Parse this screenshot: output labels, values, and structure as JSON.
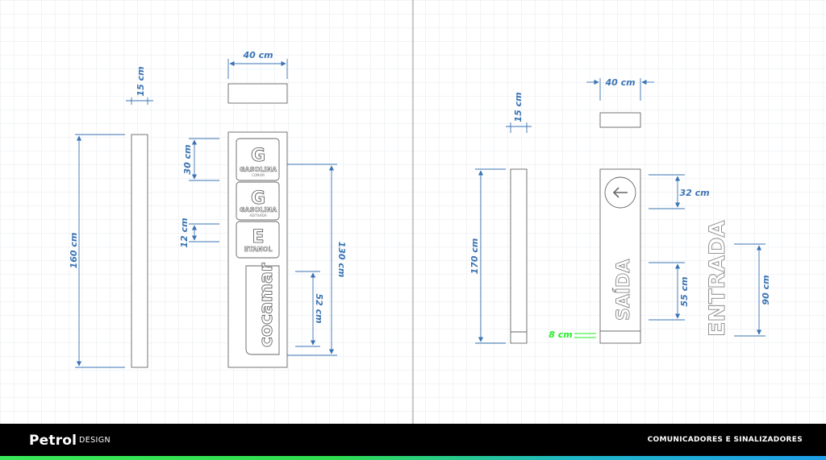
{
  "footer": {
    "logo_main": "Petrol",
    "logo_sub": "DESIGN",
    "right_title": "COMUNICADORES E SINALIZADORES"
  },
  "left": {
    "dim_top_width": "40 cm",
    "dim_side_depth": "15 cm",
    "dim_height": "160 cm",
    "dim_panel": "30 cm",
    "dim_gap": "12 cm",
    "dim_total": "130 cm",
    "dim_logo": "52 cm",
    "panel1_letter": "G",
    "panel1_name": "GASOLINA",
    "panel1_sub": "COMUM",
    "panel2_letter": "G",
    "panel2_name": "GASOLINA",
    "panel2_sub": "ADITIVADA",
    "panel3_letter": "E",
    "panel3_name": "ETANOL",
    "brand": "cocamar"
  },
  "right": {
    "dim_top_width": "40 cm",
    "dim_side_depth": "15 cm",
    "dim_height": "170 cm",
    "dim_base": "8 cm",
    "dim_icon": "32 cm",
    "dim_text": "55 cm",
    "dim_entrada": "90 cm",
    "word_exit": "SAÍDA",
    "word_entry": "ENTRADA"
  },
  "colors": {
    "dimension": "#3a73b3",
    "highlight": "#22ee22",
    "outline": "#666666"
  }
}
